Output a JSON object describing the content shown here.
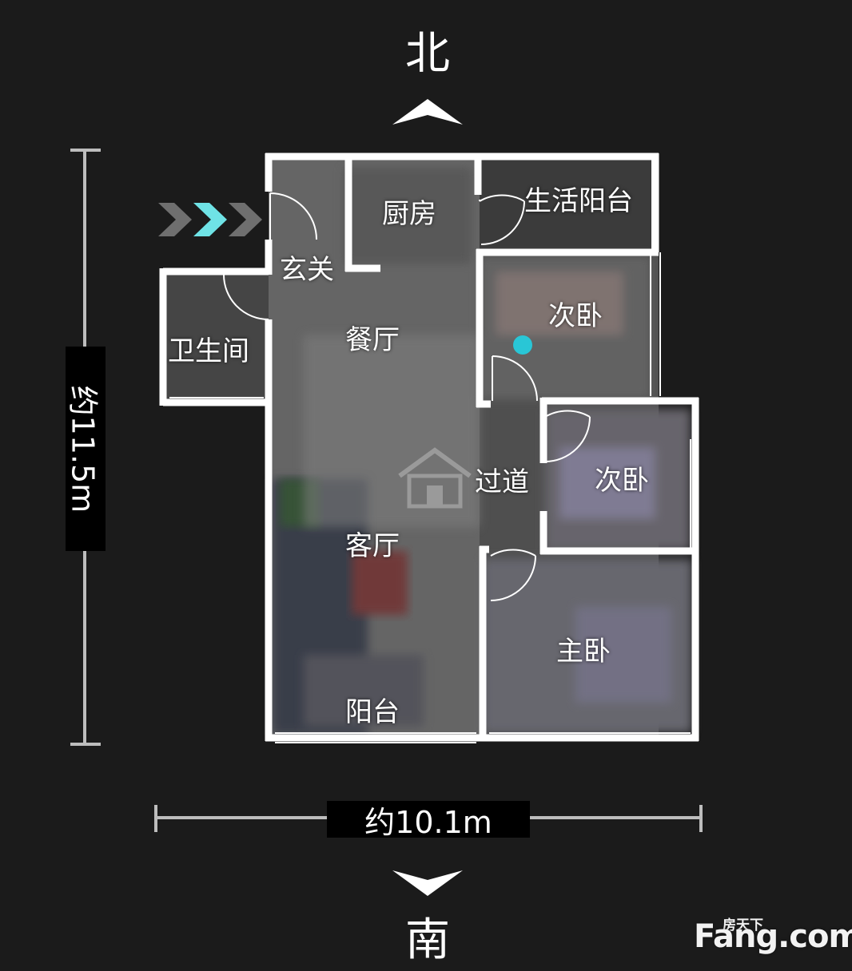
{
  "compass": {
    "north": "北",
    "south": "南"
  },
  "dimensions": {
    "height": "约11.5m",
    "width": "约10.1m"
  },
  "rooms": {
    "kitchen": "厨房",
    "service_balcony": "生活阳台",
    "entrance": "玄关",
    "bathroom": "卫生间",
    "dining": "餐厅",
    "bedroom_north": "次卧",
    "corridor": "过道",
    "bedroom_middle": "次卧",
    "living": "客厅",
    "master": "主卧",
    "balcony": "阳台"
  },
  "watermark": {
    "brand": "Fang.com",
    "brand_cn": "房天下"
  },
  "colors": {
    "background": "#1b1b1b",
    "wall": "#ffffff",
    "entry_arrow": "#6fe3e6",
    "marker": "#29c6d6"
  },
  "icons": {
    "north_arrow": "chevron-up-icon",
    "south_arrow": "chevron-down-icon",
    "entry": "triple-chevron-right-icon",
    "logo": "house-logo-icon",
    "position": "position-dot-icon"
  }
}
